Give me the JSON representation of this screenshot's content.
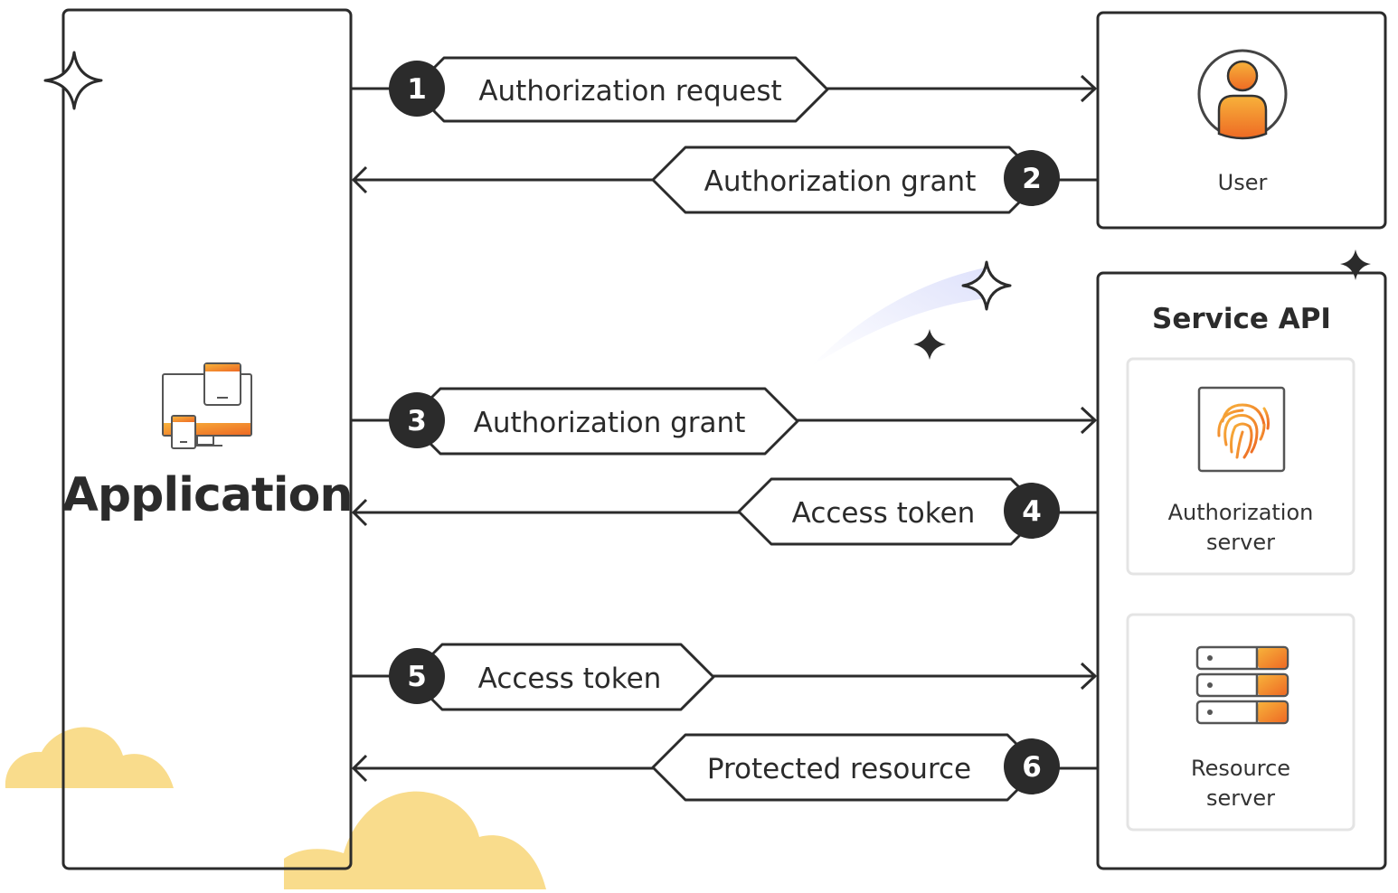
{
  "application": {
    "label": "Application"
  },
  "user": {
    "label": "User"
  },
  "service_api": {
    "title": "Service API",
    "authorization_server": {
      "line1": "Authorization",
      "line2": "server"
    },
    "resource_server": {
      "line1": "Resource",
      "line2": "server"
    }
  },
  "flows": [
    {
      "step": "1",
      "label": "Authorization request",
      "direction": "to-user"
    },
    {
      "step": "2",
      "label": "Authorization grant",
      "direction": "to-application"
    },
    {
      "step": "3",
      "label": "Authorization grant",
      "direction": "to-service"
    },
    {
      "step": "4",
      "label": "Access token",
      "direction": "to-application"
    },
    {
      "step": "5",
      "label": "Access token",
      "direction": "to-service"
    },
    {
      "step": "6",
      "label": "Protected resource",
      "direction": "to-application"
    }
  ],
  "colors": {
    "ink": "#2b2b2b",
    "accent_orange": "#f0932b",
    "cloud_yellow": "#f9dc8c",
    "comet_lavender": "#dfe2fb",
    "panel_border": "#e4e4e4"
  }
}
